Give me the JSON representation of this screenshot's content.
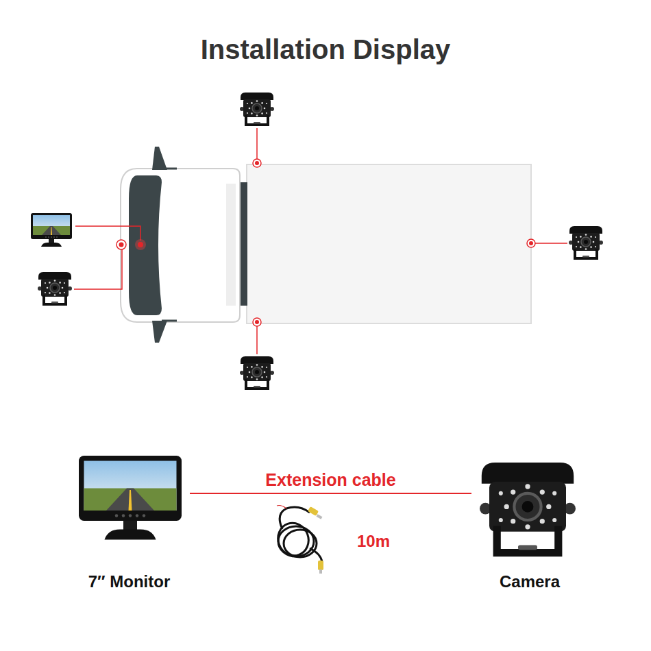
{
  "diagram": {
    "title": "Installation Display",
    "nodes": [
      {
        "text": [
          "7″ Monitor"
        ]
      },
      {
        "text": [
          "Camera"
        ]
      }
    ],
    "edges": [
      {
        "from": 0,
        "to": 1,
        "arrow": "none",
        "label": "Extension cable"
      }
    ],
    "labels": [
      "10m"
    ]
  }
}
